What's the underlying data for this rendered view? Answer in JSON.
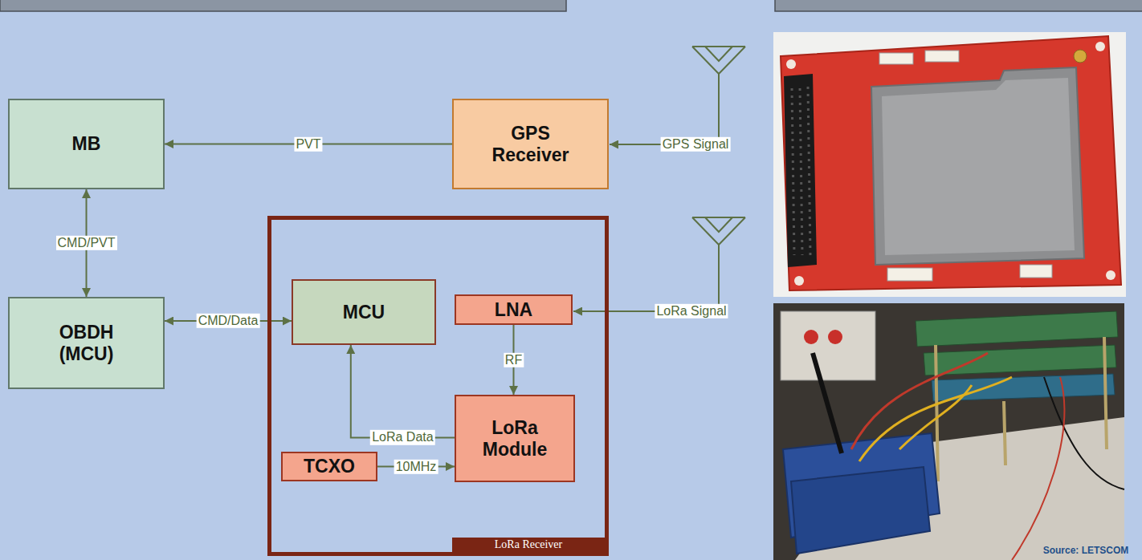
{
  "diagram": {
    "nodes": [
      {
        "text": [
          "MB"
        ]
      },
      {
        "text": [
          "GPS Receiver"
        ]
      },
      {
        "text": [
          "OBDH (MCU)"
        ]
      },
      {
        "text": [
          "LoRa Receiver"
        ]
      },
      {
        "text": [
          "MCU"
        ],
        "in": 3
      },
      {
        "text": [
          "LNA"
        ],
        "in": 3
      },
      {
        "text": [
          "LoRa Module"
        ],
        "in": 3
      },
      {
        "text": [
          "TCXO"
        ],
        "in": 3
      }
    ],
    "edges": [
      {
        "from": 1,
        "to": 0,
        "label": "PVT",
        "arrow": "to"
      },
      {
        "from": 0,
        "to": 2,
        "label": "CMD/PVT",
        "arrow": "both"
      },
      {
        "from": 2,
        "to": 4,
        "label": "CMD/Data",
        "arrow": "both"
      },
      {
        "from": 5,
        "to": 6,
        "label": "RF",
        "arrow": "to"
      },
      {
        "from": 6,
        "to": 4,
        "label": "LoRa Data",
        "arrow": "to"
      },
      {
        "from": 7,
        "to": 6,
        "label": "10MHz",
        "arrow": "to"
      }
    ],
    "labels": [
      "GPS Signal",
      "LoRa Signal",
      "Source: LETSCOM"
    ]
  }
}
